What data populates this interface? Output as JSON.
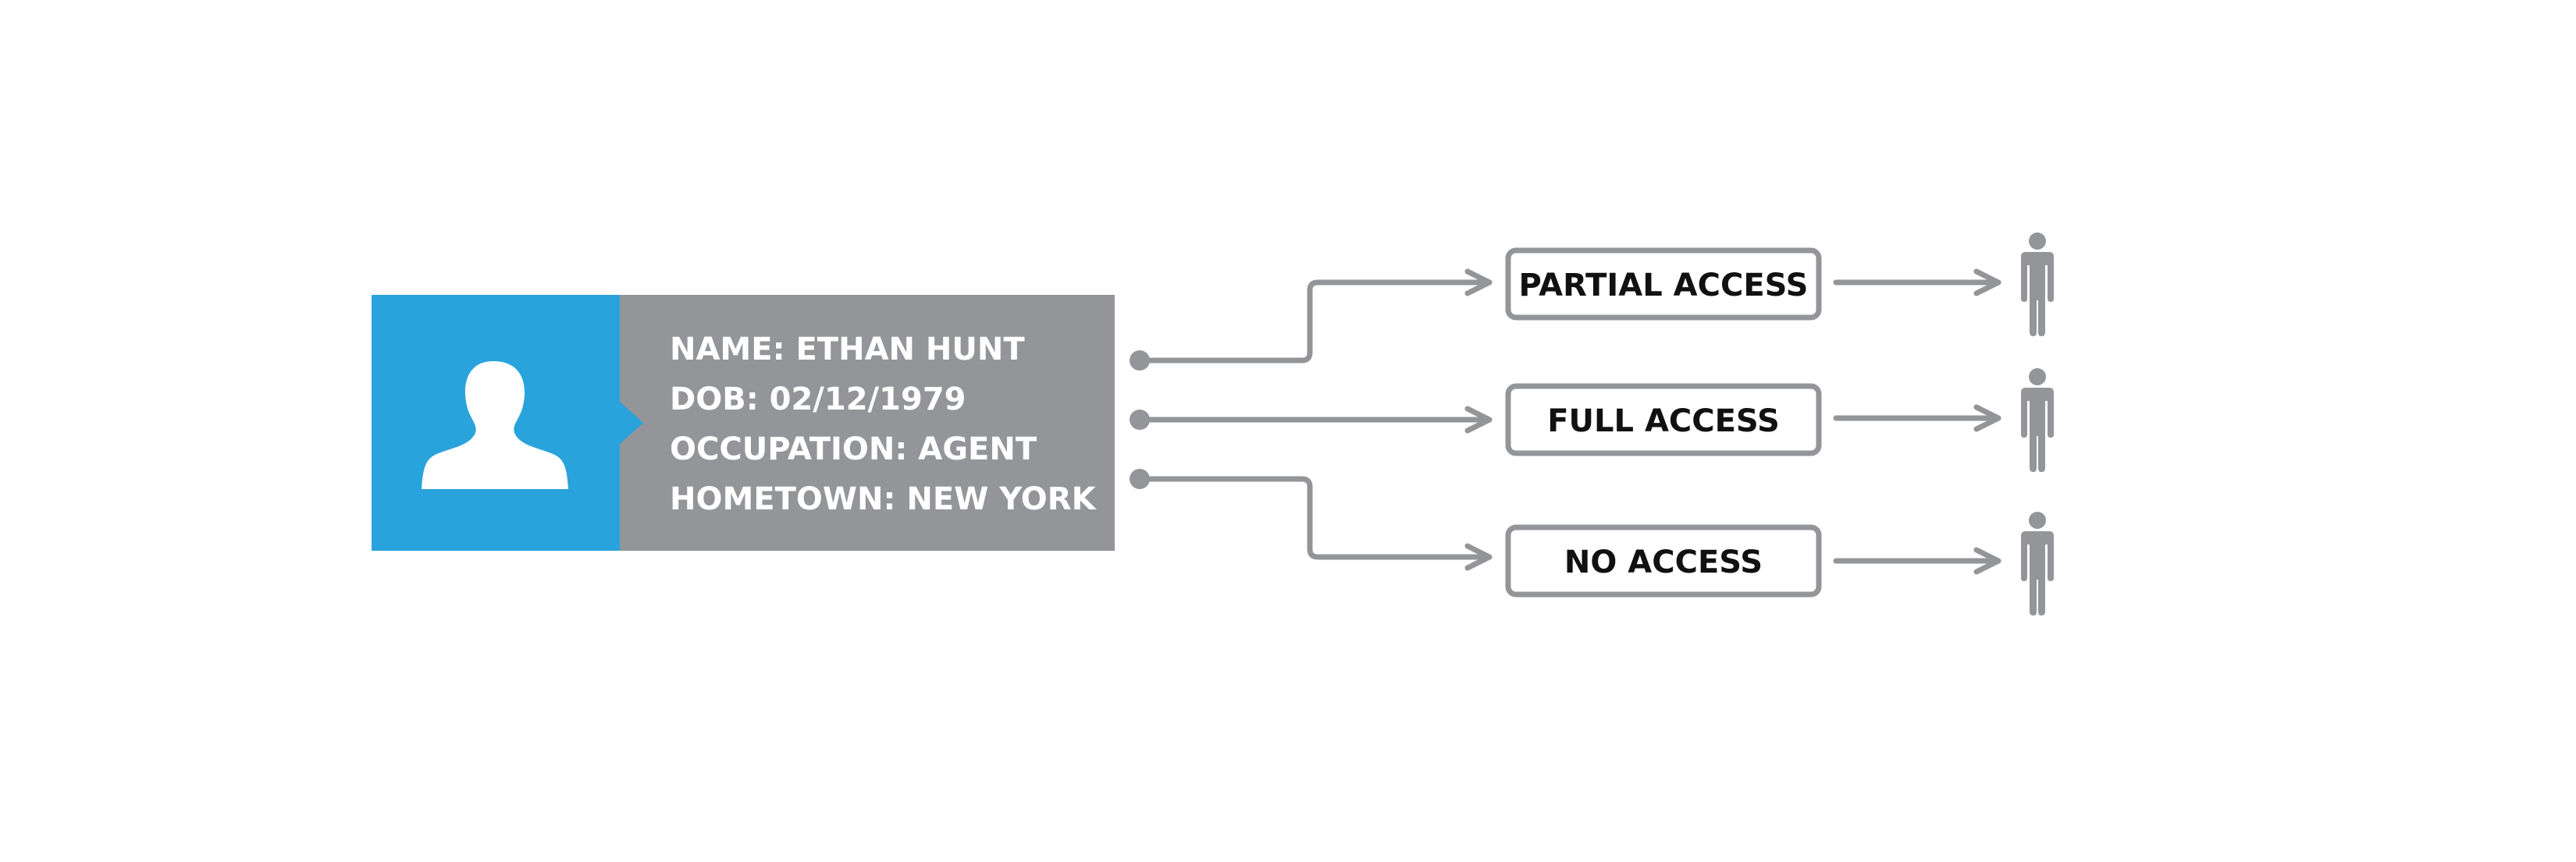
{
  "profile": {
    "fields": [
      "NAME: ETHAN HUNT",
      "DOB: 02/12/1979",
      "OCCUPATION: AGENT",
      "HOMETOWN: NEW YORK"
    ],
    "avatar_icon": "user-silhouette-icon"
  },
  "access_levels": [
    {
      "label": "PARTIAL ACCESS",
      "recipient_icon": "person-icon"
    },
    {
      "label": "FULL ACCESS",
      "recipient_icon": "person-icon"
    },
    {
      "label": "NO ACCESS",
      "recipient_icon": "person-icon"
    }
  ],
  "colors": {
    "avatar_background": "#29a3dc",
    "profile_background": "#939598",
    "profile_text": "#ffffff",
    "connector": "#939598",
    "access_box_border": "#939598",
    "access_box_text": "#111111",
    "person_icon": "#939598"
  }
}
